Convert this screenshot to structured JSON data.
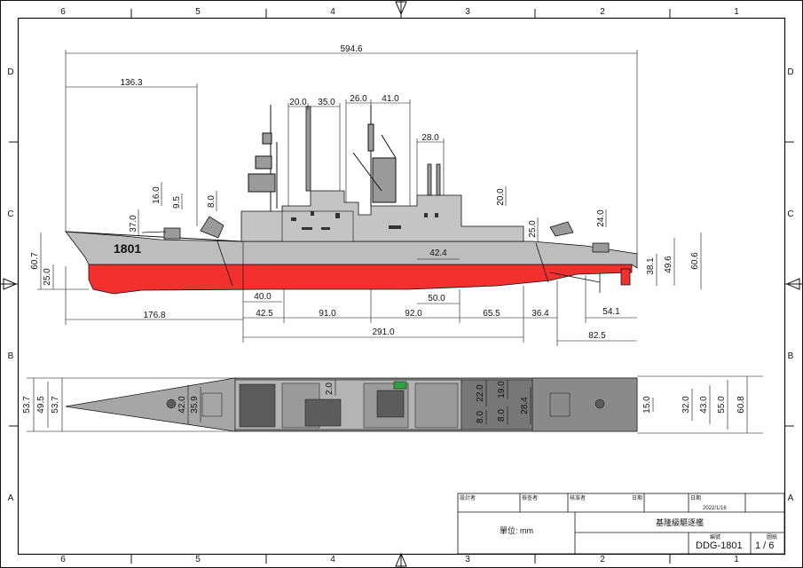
{
  "zones": {
    "columns_top": [
      "6",
      "5",
      "4",
      "3",
      "2",
      "1"
    ],
    "columns_bottom": [
      "6",
      "5",
      "4",
      "3",
      "2",
      "1"
    ],
    "rows_left": [
      "D",
      "C",
      "B",
      "A"
    ],
    "rows_right": [
      "D",
      "C",
      "B",
      "A"
    ]
  },
  "side_view": {
    "hull_number": "1801",
    "dims": {
      "overall_length": "594.6",
      "bow_to_mast": "136.3",
      "d20": "20.0",
      "d35": "35.0",
      "d26": "26.0",
      "d41": "41.0",
      "d28": "28.0",
      "d16": "16.0",
      "d9_5": "9.5",
      "d8": "8.0",
      "d37": "37.0",
      "d20b": "20.0",
      "d24": "24.0",
      "d25b": "25.0",
      "d42_4": "42.4",
      "h60_7": "60.7",
      "h25": "25.0",
      "h38_1": "38.1",
      "h49_6": "49.6",
      "h60_6": "60.6",
      "b40": "40.0",
      "b50": "50.0",
      "b176_8": "176.8",
      "b42_5": "42.5",
      "b91": "91.0",
      "b92": "92.0",
      "b65_5": "65.5",
      "b36_4": "36.4",
      "b54_1": "54.1",
      "b291": "291.0",
      "b82_5": "82.5"
    }
  },
  "plan_view": {
    "dims": {
      "w53_7a": "53.7",
      "w49_5": "49.5",
      "w53_7b": "53.7",
      "w42": "42.0",
      "w35_9": "35.9",
      "w2": "2.0",
      "w22": "22.0",
      "w19": "19.0",
      "w8a": "8.0",
      "w8b": "8.0",
      "w28_4": "28.4",
      "w15": "15.0",
      "w32": "32.0",
      "w43": "43.0",
      "w55": "55.0",
      "w60_8": "60.8"
    }
  },
  "title_block": {
    "designer_label": "設計者",
    "checker_label": "檢查者",
    "approver_label": "核准者",
    "date_label_1": "日期",
    "date_label_2": "日期",
    "date_value": "2022/1/16",
    "title": "基隆級驅逐艦",
    "unit": "單位: mm",
    "drawing_no_label": "編號",
    "drawing_no": "DDG-1801",
    "sheet_label": "圖紙",
    "sheet_no": "1 / 6"
  },
  "colors": {
    "hull_red": "#f2302e",
    "hull_gray": "#bdbdbd",
    "super_gray": "#c4c4c4",
    "deck_dark": "#8e8e8e",
    "line": "#111111"
  }
}
